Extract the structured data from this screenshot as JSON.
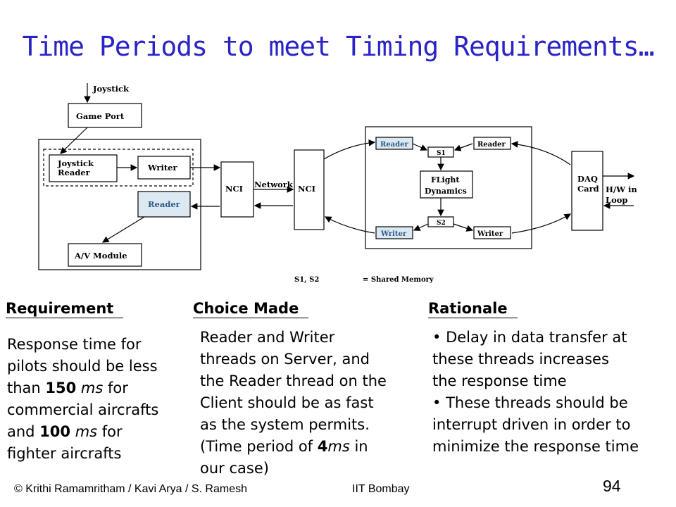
{
  "slide": {
    "title": "Time Periods to meet Timing Requirements…",
    "page_number": "94",
    "footer_left": "© Krithi Ramamritham / Kavi Arya / S. Ramesh",
    "footer_center": "IIT Bombay"
  },
  "diagram": {
    "joystick": "Joystick",
    "game_port": "Game Port",
    "joystick_reader_1": "Joystick",
    "joystick_reader_2": "Reader",
    "writer_left": "Writer",
    "reader_left": "Reader",
    "av_module": "A/V Module",
    "nci_left": "NCI",
    "network": "Network",
    "nci_right": "NCI",
    "reader_server": "Reader",
    "s1": "S1",
    "reader_server_right": "Reader",
    "flight_1": "FLight",
    "flight_2": "Dynamics",
    "s2": "S2",
    "writer_server": "Writer",
    "writer_server_right": "Writer",
    "daq_1": "DAQ",
    "daq_2": "Card",
    "hw_1": "H/W in",
    "hw_2": "Loop",
    "shared_key": "S1, S2",
    "shared_val": "= Shared Memory",
    "colors": {
      "highlight_fill": "#dde9f2",
      "line": "#000000"
    }
  },
  "table": {
    "requirement": {
      "heading": "Requirement",
      "line1": "Response time for",
      "line2": "pilots should be less",
      "line3_a": "than ",
      "line3_b": "150",
      "line3_c": " ms",
      "line3_d": " for",
      "line4": "commercial aircrafts",
      "line5_a": "and ",
      "line5_b": "100",
      "line5_c": " ms",
      "line5_d": " for",
      "line6": "fighter aircrafts"
    },
    "choice": {
      "heading": "Choice Made",
      "line1": "Reader and Writer",
      "line2": "threads on Server, and",
      "line3": "the Reader thread on the",
      "line4": "Client should be as fast",
      "line5": "as the system permits.",
      "line6_a": "(Time period of ",
      "line6_b": "4",
      "line6_c": "ms",
      "line6_d": " in",
      "line7": "our case)"
    },
    "rationale": {
      "heading": "Rationale",
      "bullet": "•",
      "b1_line1": "Delay in data transfer at",
      "b1_line2": "these threads increases",
      "b1_line3": "the response time",
      "b2_line1": "These threads should be",
      "b2_line2": "interrupt driven in order to",
      "b2_line3": "minimize the response time"
    }
  }
}
